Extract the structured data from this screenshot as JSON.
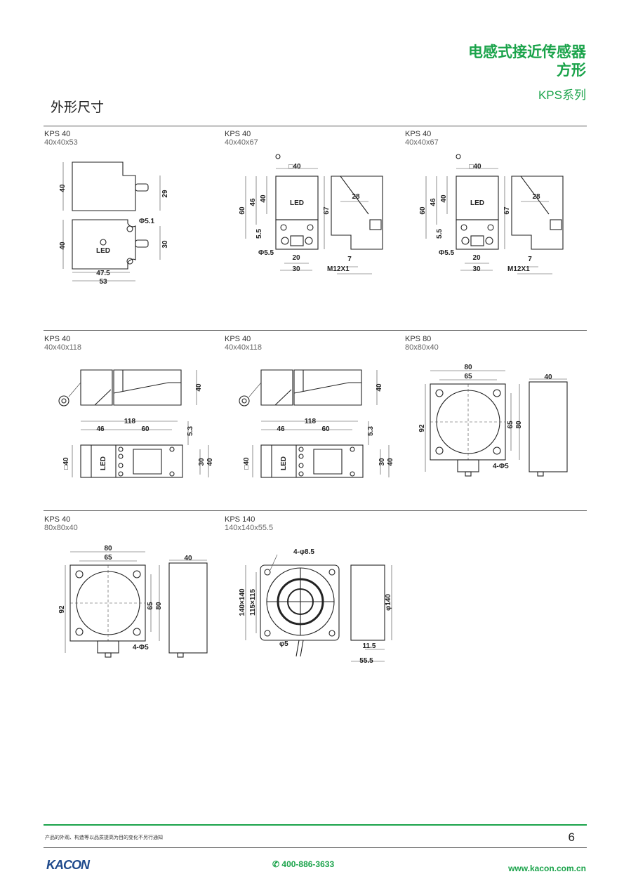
{
  "header": {
    "title_line1": "电感式接近传感器",
    "title_line2": "方形",
    "series": "KPS系列",
    "section": "外形尺寸"
  },
  "drawings": [
    {
      "model": "KPS 40",
      "size": "40x40x53",
      "dims": [
        "40",
        "29",
        "40",
        "Φ5.1",
        "30",
        "LED",
        "47.5",
        "53"
      ]
    },
    {
      "model": "KPS 40",
      "size": "40x40x67",
      "dims": [
        "□40",
        "60",
        "46",
        "40",
        "LED",
        "5.5",
        "Φ5.5",
        "20",
        "30",
        "67",
        "28",
        "7",
        "M12X1"
      ]
    },
    {
      "model": "KPS 40",
      "size": "40x40x67",
      "dims": [
        "□40",
        "60",
        "46",
        "40",
        "LED",
        "5.5",
        "Φ5.5",
        "20",
        "30",
        "67",
        "28",
        "7",
        "M12X1"
      ]
    },
    {
      "model": "KPS 40",
      "size": "40x40x118",
      "dims": [
        "40",
        "118",
        "46",
        "60",
        "5.3",
        "□40",
        "LED",
        "30",
        "40"
      ]
    },
    {
      "model": "KPS 40",
      "size": "40x40x118",
      "dims": [
        "40",
        "118",
        "46",
        "60",
        "5.3",
        "□40",
        "LED",
        "30",
        "40"
      ]
    },
    {
      "model": "KPS 80",
      "size": "80x80x40",
      "dims": [
        "80",
        "65",
        "92",
        "65",
        "80",
        "4-Φ5",
        "40"
      ]
    },
    {
      "model": "KPS 40",
      "size": "80x80x40",
      "dims": [
        "80",
        "65",
        "92",
        "65",
        "80",
        "4-Φ5",
        "40"
      ]
    },
    {
      "model": "KPS 140",
      "size": "140x140x55.5",
      "dims": [
        "4-φ8.5",
        "140×140",
        "115×115",
        "φ5",
        "φ140",
        "11.5",
        "55.5"
      ]
    }
  ],
  "footer": {
    "disclaimer": "产品的外观、构造等以品质提高为目的变化不另行通知",
    "page": "6",
    "logo": "KACON",
    "phone": "400-886-3633",
    "website": "www.kacon.com.cn"
  },
  "colors": {
    "brand_green": "#1aa34a"
  }
}
